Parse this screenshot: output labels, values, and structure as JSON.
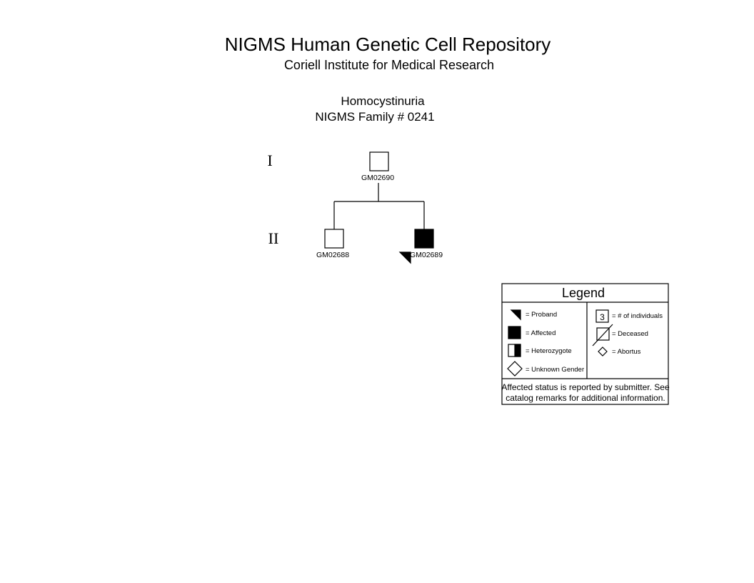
{
  "header": {
    "title": "NIGMS Human Genetic Cell Repository",
    "institute": "Coriell Institute for Medical Research",
    "disease": "Homocystinuria",
    "family": "NIGMS Family # 0241"
  },
  "generations": [
    "I",
    "II"
  ],
  "individuals": [
    {
      "id": "GM02690",
      "generation": "I",
      "sex": "male",
      "affected": false,
      "proband": false
    },
    {
      "id": "GM02688",
      "generation": "II",
      "sex": "male",
      "affected": false,
      "proband": false
    },
    {
      "id": "GM02689",
      "generation": "II",
      "sex": "male",
      "affected": true,
      "proband": true
    }
  ],
  "legend": {
    "title": "Legend",
    "proband": "= Proband",
    "affected": "= Affected",
    "heterozygote": "= Heterozygote",
    "unknown_gender": "= Unknown Gender",
    "count_value": "3",
    "count_label": "= # of individuals",
    "deceased": "= Deceased",
    "abortus": "= Abortus",
    "note_line1": "Affected status is reported by submitter. See",
    "note_line2": "catalog remarks for additional information."
  }
}
